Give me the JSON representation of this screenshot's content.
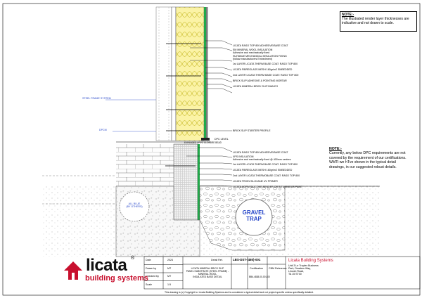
{
  "note_top": {
    "title": "NOTE:-",
    "body": "The illustrated render layer thicknesses are indicative and not drawn to scale."
  },
  "note_mid": {
    "title": "NOTE:-",
    "body": "Currently, any below DPC requirements are not covered by the requirement of our certifications. WMTi we hTve shown in the typical detail drawings, in our suggested robust details."
  },
  "labels_upper": [
    "LICATA RASO TOP 800 ADHESIVE/BASE COAT",
    "EM MINERAL WOOL INSULATION",
    "Adhesive and mechanically fixed",
    "SUITABLE MECHANICAL INSULATION FIXING",
    "(follow manufacturers Embedment)",
    "1st LAYER LICATA THERM BASE COAT: RASO TOP 800",
    "LICATA FIBREGLASS MESH 160gr/m2 EMBEDDED",
    "2nd LAYER LICATA THERM BASE COAT: RASO TOP 800",
    "BRICK SLIP ADHESIVE & POINTING MORTAR",
    "LICATA MINERAL BRICK SLIP BIANCO"
  ],
  "labels_lower": [
    "BRICK SLIP STARTER PROFILE",
    "DPC LEVEL",
    "EXPANDED UPVC CLOSURE BEAD",
    "LICATA RASO TOP 800 ADHESIVE/BASE COAT",
    "XPS INSULATION",
    "Adhesive and mechanically fixed @ 400mm centres",
    "1st LAYER LICATA THERM BASE COAT: RASO TOP 800",
    "LICATA FIBREGLASS MESH 160gr/m2 EMBEDDED",
    "2nd LAYER LICATA THERMOBASE COAT: RASO TOP 800",
    "LICATA TRION SILOXANE UV PRIMER",
    "LICATA NORM SILICONE RENDER OR BITUMINOUS PAINT"
  ],
  "labels_left": {
    "steel_frame": "STEEL FRAME SYSTEM",
    "dpcm": "DPCM",
    "all_blue": "ALL BLUE\n(BY OTHERS)"
  },
  "gravel_trap": "GRAVEL\nTRAP",
  "title_block": {
    "date_label": "Date",
    "date_value": "2024",
    "drawn_label": "Drawn by",
    "drawn_value": "MT",
    "checked_label": "Checked by",
    "checked_value": "MT",
    "scale_label": "Scale",
    "scale_value": "1:5",
    "drawing_title": "LICATA MINERAL BRICK SLIP\nPANEL SUBSTRATE (STEEL FRAME) - MINERAL WOOL\nINSULATED BASE DETAIL",
    "detail_label": "Detail Ref.",
    "detail_value": "LBS-DST-(480)-001",
    "certificate_label": "Certification",
    "certificate_value": "BBA 4838-00-001-00",
    "cbm_label": "CBM Reference",
    "company_name": "Licata Building Systems",
    "company_address": "Unit 3 Le Troplex Business\nPark, Deaders Way,\nLincoln Road,\nTA 15 ST00"
  },
  "brand": {
    "name": "licata",
    "tag": "building systems",
    "reg": "®"
  },
  "copyright": "This drawing is (c) Copyright to: Licata Building Systems and is considered a typical detail and not project specific unless specifically detailed."
}
